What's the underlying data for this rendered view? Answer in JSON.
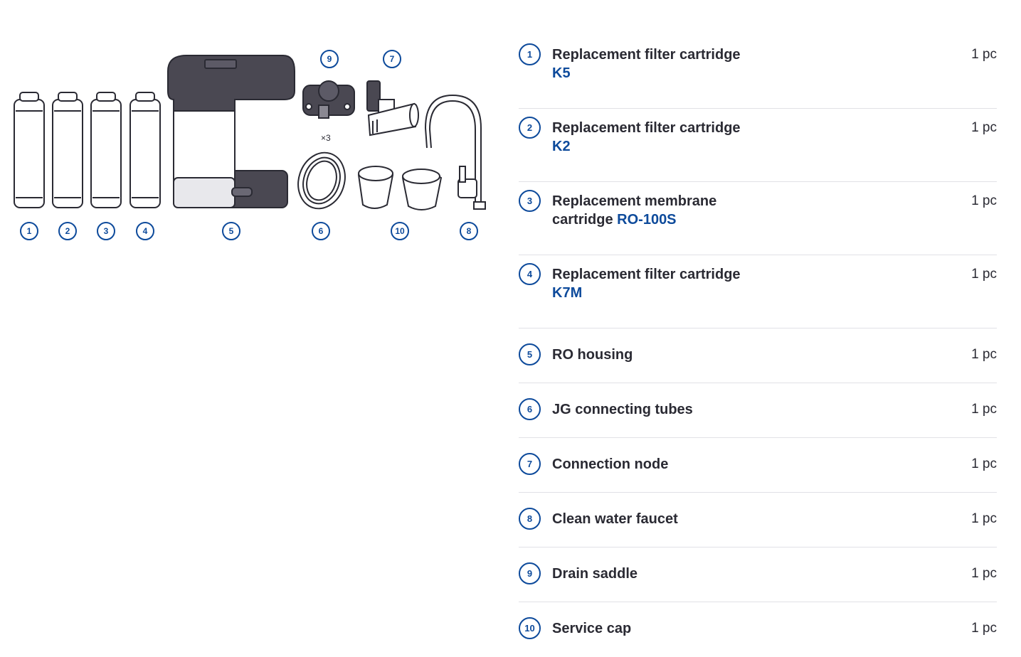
{
  "illustration": {
    "callouts": [
      "1",
      "2",
      "3",
      "4",
      "5",
      "6",
      "10",
      "8",
      "9",
      "7"
    ],
    "multiplier_label": "×3"
  },
  "parts": [
    {
      "number": "1",
      "name_line1": "Replacement filter cartridge",
      "name_line2_text": "",
      "model": "K5",
      "qty": "1 pc"
    },
    {
      "number": "2",
      "name_line1": "Replacement filter cartridge",
      "name_line2_text": "",
      "model": "K2",
      "qty": "1 pc"
    },
    {
      "number": "3",
      "name_line1": "Replacement membrane",
      "name_line2_text": "cartridge ",
      "model": "RO-100S",
      "qty": "1 pc"
    },
    {
      "number": "4",
      "name_line1": "Replacement filter cartridge",
      "name_line2_text": "",
      "model": "K7M",
      "qty": "1 pc"
    },
    {
      "number": "5",
      "name": "RO housing",
      "qty": "1 pc"
    },
    {
      "number": "6",
      "name": "JG connecting tubes",
      "qty": "1 pc"
    },
    {
      "number": "7",
      "name": "Connection node",
      "qty": "1 pc"
    },
    {
      "number": "8",
      "name": "Clean water faucet",
      "qty": "1 pc"
    },
    {
      "number": "9",
      "name": "Drain saddle",
      "qty": "1 pc"
    },
    {
      "number": "10",
      "name": "Service cap",
      "qty": "1 pc"
    }
  ],
  "colors": {
    "accent": "#0d4a9b",
    "text": "#2a2a33",
    "divider": "#e1e1e6",
    "housing": "#4a4852"
  }
}
